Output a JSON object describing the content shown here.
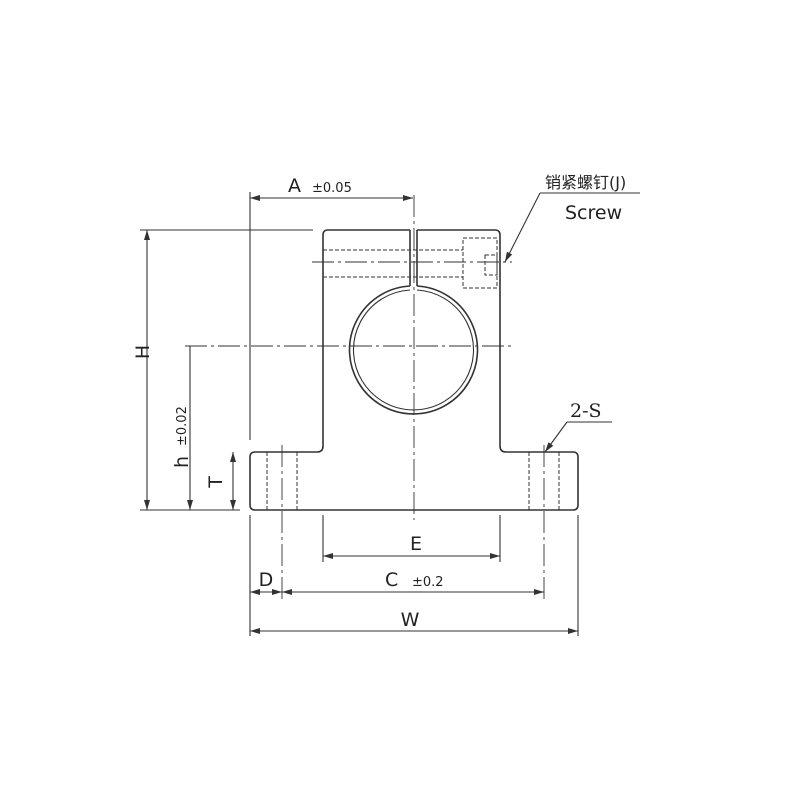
{
  "dimensions": {
    "A": {
      "label": "A",
      "tolerance": "±0.05"
    },
    "H": {
      "label": "H"
    },
    "h": {
      "label": "h",
      "tolerance": "±0.02"
    },
    "T": {
      "label": "T"
    },
    "E": {
      "label": "E"
    },
    "D": {
      "label": "D"
    },
    "C": {
      "label": "C",
      "tolerance": "±0.2"
    },
    "W": {
      "label": "W"
    }
  },
  "callouts": {
    "screw_cn": "销紧螺钉(J)",
    "screw_en": "Screw",
    "holes": "2-S"
  }
}
